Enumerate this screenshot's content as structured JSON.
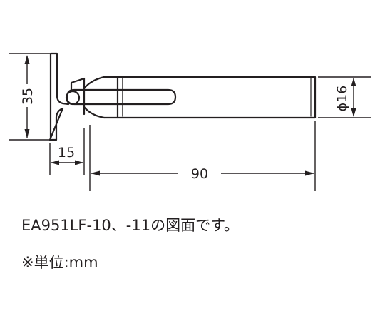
{
  "drawing": {
    "part_number_caption": "EA951LF-10、-11の図面です。",
    "units_note": "※単位:mm",
    "dimensions": {
      "height": "35",
      "offset": "15",
      "length": "90",
      "diameter": "ϕ16"
    },
    "line_color": "#231f20"
  }
}
